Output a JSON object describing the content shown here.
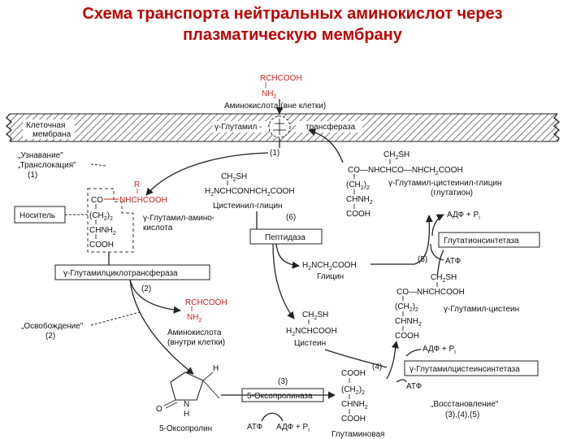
{
  "title": {
    "line1": "Схема транспорта нейтральных аминокислот через",
    "line2": "плазматическую мембрану"
  },
  "membrane": {
    "label_line1": "Клеточная",
    "label_line2": "мембрана",
    "top_group": "RCHCOOH",
    "top_nh2": "NH",
    "top_sub": "2",
    "top_caption": "Аминокислота (вне клетки)",
    "enzyme_left": "γ-Глутамил -",
    "enzyme_right": "трансфераза",
    "step1": "(1)"
  },
  "left": {
    "recognition": "„Узнавание\"",
    "translocation": "„Транслокация\"",
    "recognition_num": "(1)",
    "carrier": "Носитель",
    "r_label": "R",
    "nh_red": "NHCHCOOH",
    "co": "CO",
    "ch2": "(CH",
    "ch2_sub": "2",
    "ch2_end": ")",
    "chnh2": "CHNH",
    "chnh2_sub": "2",
    "cooh": "COOH",
    "gamma_amino_line1": "γ-Глутамил-амино-",
    "gamma_amino_line2": "кислота",
    "cyclo_enzyme": "γ-Глутамилциклотрансфераза",
    "step2": "(2)",
    "release": "„Освобождение\"",
    "release_num": "(2)",
    "inner_group": "RCHCOOH",
    "inner_nh2": "NH",
    "inner_sub": "2",
    "inner_caption1": "Аминокислота",
    "inner_caption2": "(внутри клетки)"
  },
  "cysgly": {
    "ch2sh": "CH",
    "ch2sh_sub": "2",
    "ch2sh_end": "SH",
    "chain": "H",
    "chain_sub": "2",
    "chain_rest": "NCHCONHCH",
    "chain_sub2": "2",
    "chain_end": "COOH",
    "name": "Цистеинил-глицин",
    "step6": "(6)",
    "peptidase": "Пептидаза"
  },
  "glycine": {
    "formula_a": "H",
    "formula_sub": "2",
    "formula_b": "NCH",
    "formula_sub2": "2",
    "formula_c": "COOH",
    "name": "Глицин",
    "step5": "(5)"
  },
  "glutathione": {
    "ch2sh": "CH",
    "ch2sh_sub": "2",
    "ch2sh_end": "SH",
    "row": "CO—NHCHCO—NHCH",
    "row_sub": "2",
    "row_end": "COOH",
    "ch22": "(CH",
    "ch22_sub": "2",
    "ch22_end": ")",
    "ch22_sub2": "2",
    "chnh2": "CHNH",
    "chnh2_sub": "2",
    "cooh": "COOH",
    "name1": "γ-Глутамил-цистеинил-глицин",
    "name2": "(глутатион)",
    "adp": "АДФ + P",
    "adp_sub": "i",
    "synthetase": "Глутатионсинтетаза",
    "atp": "АТФ"
  },
  "glucys": {
    "ch2sh": "CH",
    "ch2sh_sub": "2",
    "ch2sh_end": "SH",
    "row": "CO—NHCHCOOH",
    "ch22": "(CH",
    "ch22_sub": "2",
    "ch22_end": ")",
    "ch22_sub2": "2",
    "chnh2": "CHNH",
    "chnh2_sub": "2",
    "cooh": "COOH",
    "name": "γ-Глутамил-цистеин",
    "adp": "АДФ + P",
    "adp_sub": "i",
    "synthetase": "γ-Глутамилцистеинсинтетаза",
    "atp": "АТФ",
    "step4": "(4)"
  },
  "cysteine": {
    "ch2sh": "CH",
    "ch2sh_sub": "2",
    "ch2sh_end": "SH",
    "formula_a": "H",
    "formula_sub": "2",
    "formula_b": "NCHCOOH",
    "name": "Цистеин"
  },
  "oxoproline": {
    "h": "H",
    "o": "O",
    "n": "N",
    "nh": "H",
    "name": "5-Оксопролин",
    "enzyme": "5-Оксопролиназа",
    "step3": "(3)",
    "atp": "АТФ",
    "adp": "АДФ + P",
    "adp_sub": "i"
  },
  "glutamate": {
    "cooh_top": "COOH",
    "ch22": "(CH",
    "ch22_sub": "2",
    "ch22_end": ")",
    "ch22_sub2": "2",
    "chnh2": "CHNH",
    "chnh2_sub": "2",
    "cooh_bottom": "COOH",
    "name": "Глутаминовая"
  },
  "restoration": {
    "label": "„Восстановление\"",
    "steps": "(3),(4),(5)"
  }
}
